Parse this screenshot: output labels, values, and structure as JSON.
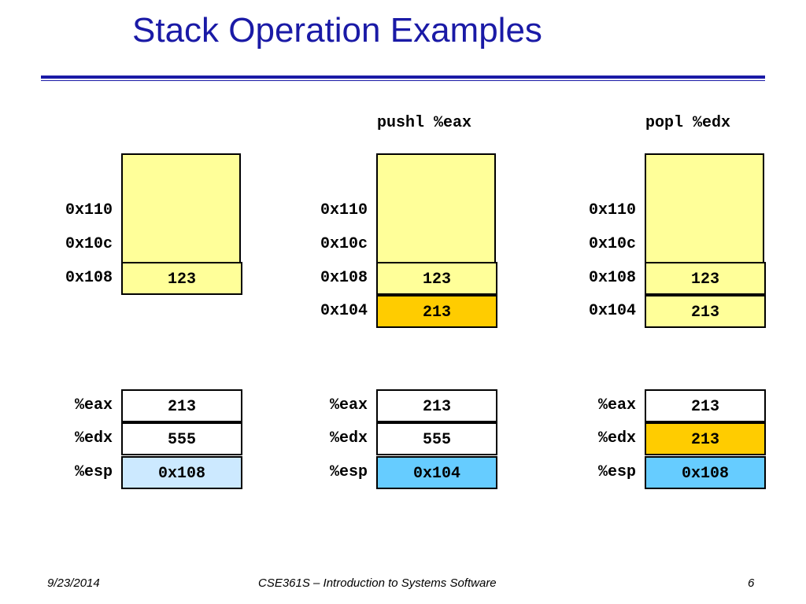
{
  "slide": {
    "title": "Stack Operation Examples",
    "footer_date": "9/23/2014",
    "footer_course": "CSE361S – Introduction to Systems Software",
    "page_number": "6"
  },
  "colors": {
    "title": "#1a1aa6",
    "stack_cell": "#ffff99",
    "highlight": "#ffcc00",
    "esp_light": "#cce9ff",
    "esp_bright": "#66ccff",
    "register_cell": "#ffffff"
  },
  "columns": [
    {
      "instruction": "",
      "stack": [
        {
          "addr": "0x110",
          "value": ""
        },
        {
          "addr": "0x10c",
          "value": ""
        },
        {
          "addr": "0x108",
          "value": "123"
        }
      ],
      "registers": [
        {
          "name": "%eax",
          "value": "213"
        },
        {
          "name": "%edx",
          "value": "555"
        },
        {
          "name": "%esp",
          "value": "0x108"
        }
      ]
    },
    {
      "instruction": "pushl %eax",
      "stack": [
        {
          "addr": "0x110",
          "value": ""
        },
        {
          "addr": "0x10c",
          "value": ""
        },
        {
          "addr": "0x108",
          "value": "123"
        },
        {
          "addr": "0x104",
          "value": "213"
        }
      ],
      "registers": [
        {
          "name": "%eax",
          "value": "213"
        },
        {
          "name": "%edx",
          "value": "555"
        },
        {
          "name": "%esp",
          "value": "0x104"
        }
      ]
    },
    {
      "instruction": "popl %edx",
      "stack": [
        {
          "addr": "0x110",
          "value": ""
        },
        {
          "addr": "0x10c",
          "value": ""
        },
        {
          "addr": "0x108",
          "value": "123"
        },
        {
          "addr": "0x104",
          "value": "213"
        }
      ],
      "registers": [
        {
          "name": "%eax",
          "value": "213"
        },
        {
          "name": "%edx",
          "value": "213"
        },
        {
          "name": "%esp",
          "value": "0x108"
        }
      ]
    }
  ]
}
